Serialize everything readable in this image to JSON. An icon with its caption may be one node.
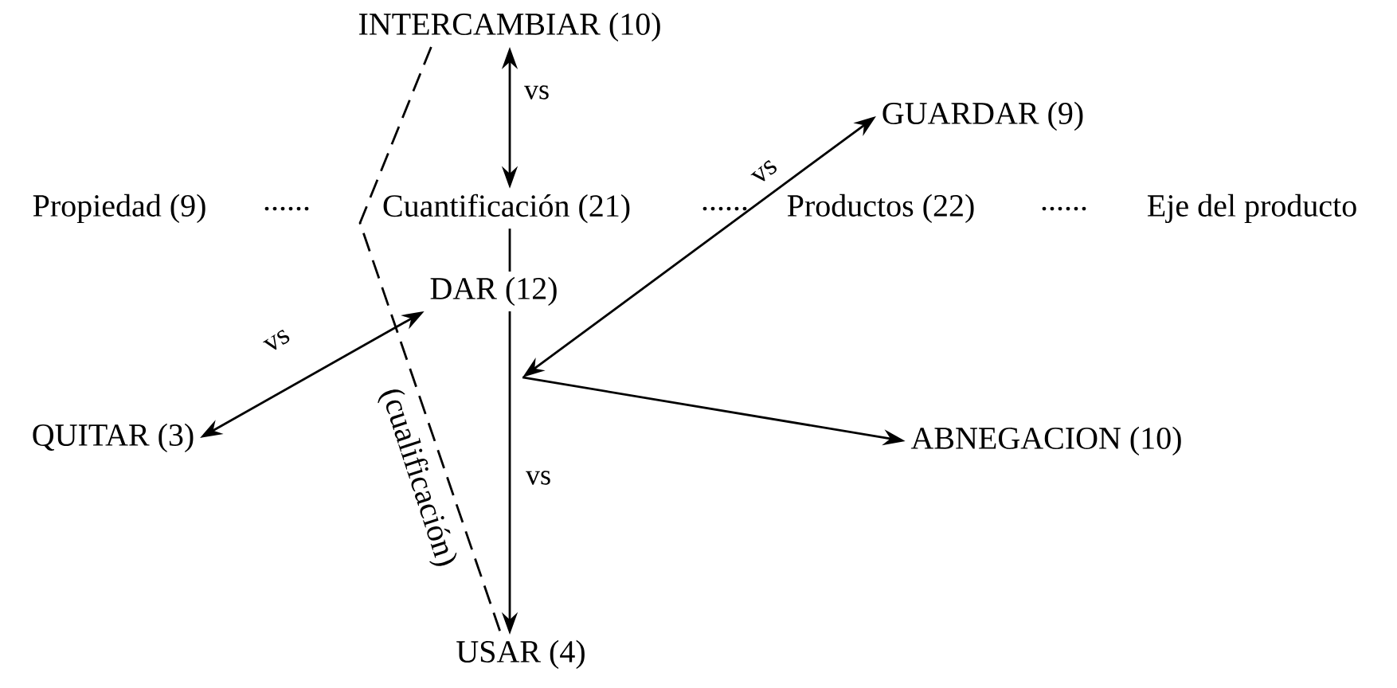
{
  "diagram": {
    "nodes": [
      {
        "text": [
          "INTERCAMBIAR (10)"
        ]
      },
      {
        "text": [
          "GUARDAR (9)"
        ]
      },
      {
        "text": [
          "Propiedad (9)"
        ]
      },
      {
        "text": [
          "Cuantificación (21)"
        ]
      },
      {
        "text": [
          "Productos (22)"
        ]
      },
      {
        "text": [
          "Eje del producto"
        ]
      },
      {
        "text": [
          "DAR (12)"
        ]
      },
      {
        "text": [
          "QUITAR (3)"
        ]
      },
      {
        "text": [
          "ABNEGACION (10)"
        ]
      },
      {
        "text": [
          "USAR (4)"
        ]
      }
    ],
    "edges": [
      {
        "from": 0,
        "to": 3,
        "arrow": "both",
        "label": "vs"
      },
      {
        "from": 3,
        "to": 6,
        "arrow": "none"
      },
      {
        "from": 6,
        "to": 9,
        "arrow": "to",
        "label": "vs"
      },
      {
        "from": 6,
        "to": 7,
        "arrow": "both",
        "label": "vs"
      },
      {
        "from": null,
        "to": 1,
        "arrow": "both",
        "label": "vs"
      },
      {
        "from": null,
        "to": 8,
        "arrow": "to"
      },
      {
        "from": 0,
        "to": 9,
        "arrow": "none",
        "style": "dashed",
        "label": "(cualificación)"
      }
    ],
    "labels": [
      "......",
      "......",
      "......"
    ]
  }
}
